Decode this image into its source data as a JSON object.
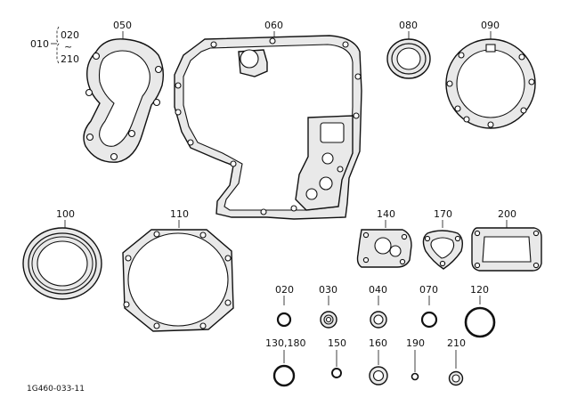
{
  "group_label": {
    "prefix": "010",
    "from": "020",
    "tilde": "~",
    "to": "210"
  },
  "labels": {
    "p050": "050",
    "p060": "060",
    "p080": "080",
    "p090": "090",
    "p100": "100",
    "p110": "110",
    "p140": "140",
    "p170": "170",
    "p200": "200",
    "p020": "020",
    "p030": "030",
    "p040": "040",
    "p070": "070",
    "p120": "120",
    "p130_180": "130,180",
    "p150": "150",
    "p160": "160",
    "p190": "190",
    "p210": "210"
  },
  "figure_code": "1G460-033-11"
}
